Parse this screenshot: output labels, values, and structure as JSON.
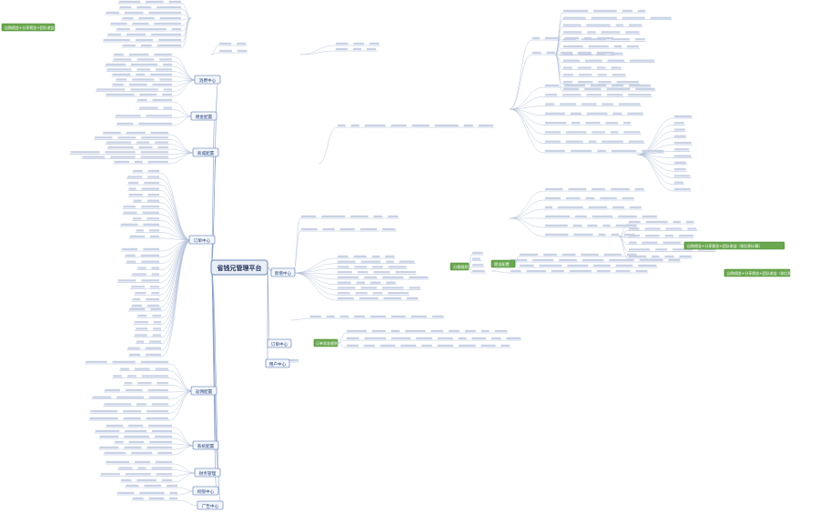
{
  "root": "省钱兄管理平台",
  "left_branches": [
    "消费中心",
    "佣金配置",
    "商城配置",
    "订单中心",
    "返佣配置",
    "系统配置",
    "财务管理",
    "权限中心",
    "广告中心"
  ],
  "right_branches": [
    "新增中心",
    "订单中心",
    "用户中心"
  ],
  "green_labels": [
    "分佣规则",
    "佣金配置",
    "订单状态规则",
    "自购佣金+分享佣金+团队收益（按比例计算）"
  ]
}
